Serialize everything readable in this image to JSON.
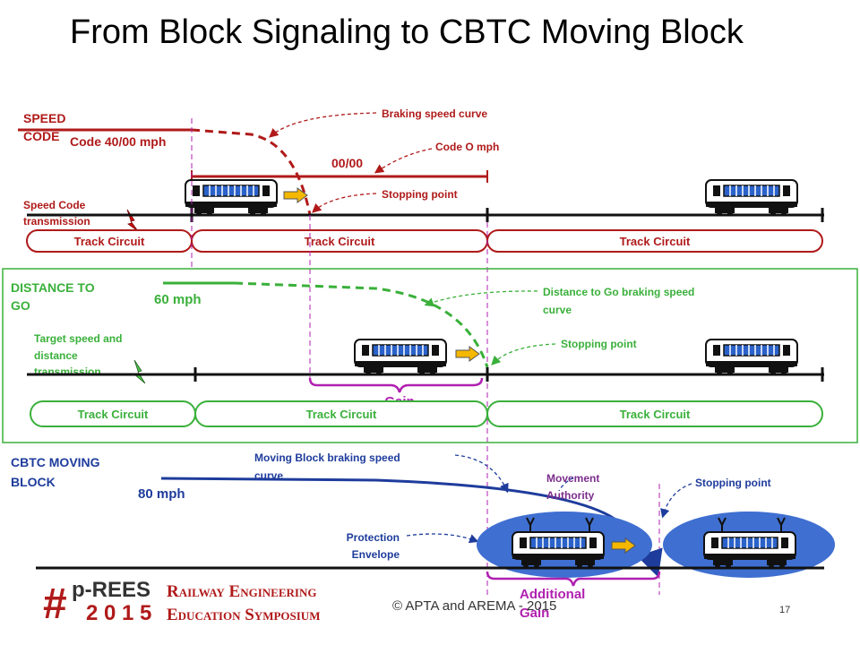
{
  "title": "From Block Signaling to CBTC Moving Block",
  "colors": {
    "speed_code": "#b01a1a",
    "distance_to_go": "#3ab03a",
    "moving_block": "#1e3c9c",
    "gain": "#b020b0",
    "black": "#111111"
  },
  "speed_code": {
    "heading": [
      "SPEED",
      "CODE"
    ],
    "code_40": "Code 40/00 mph",
    "code_00": "00/00",
    "braking_curve": "Braking speed curve",
    "code_0": "Code O mph",
    "stopping_point": "Stopping point",
    "transmission": [
      "Speed Code",
      "transmission"
    ],
    "track_circuits": [
      "Track Circuit",
      "Track Circuit",
      "Track Circuit"
    ]
  },
  "distance_to_go": {
    "heading": [
      "DISTANCE TO",
      "GO"
    ],
    "speed": "60 mph",
    "braking_curve": [
      "Distance to Go braking speed",
      "curve"
    ],
    "stopping_point": "Stopping point",
    "transmission": [
      "Target speed and",
      "distance",
      "transmission"
    ],
    "gain": "Gain",
    "track_circuits": [
      "Track Circuit",
      "Track Circuit",
      "Track Circuit"
    ]
  },
  "cbtc": {
    "heading": [
      "CBTC MOVING",
      "BLOCK"
    ],
    "speed": "80 mph",
    "braking_curve": [
      "Moving Block braking speed",
      "curve"
    ],
    "movement_authority": [
      "Movement",
      "Authority"
    ],
    "stopping_point": "Stopping point",
    "protection_envelope": [
      "Protection",
      "Envelope"
    ],
    "additional_gain": [
      "Additional",
      "Gain"
    ]
  },
  "footer": {
    "logo_mark": "#",
    "logo_name": "p-REES",
    "logo_year": "2 0 1 5",
    "logo_line1": "Railway Engineering",
    "logo_line2": "Education Symposium",
    "credit": "© APTA and AREMA - 2015",
    "page_number": "17"
  },
  "icons": {
    "train": "train-icon",
    "arrow": "direction-arrow-icon",
    "lightning": "lightning-icon",
    "pantograph": "antenna-icon"
  }
}
